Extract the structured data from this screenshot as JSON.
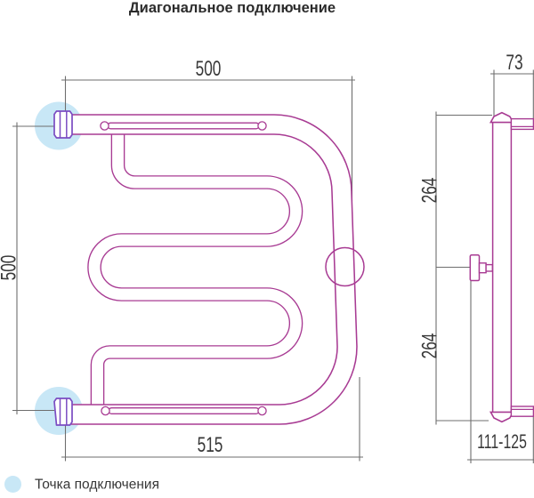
{
  "title": "Диагональное подключение",
  "legend": {
    "label": "Точка подключения"
  },
  "front_view": {
    "dim_top_width": "500",
    "dim_left_height": "500",
    "dim_bottom_width": "515"
  },
  "side_view": {
    "dim_depth": "73",
    "dim_upper_span": "264",
    "dim_lower_span": "264",
    "dim_wall_offset": "111-125"
  },
  "colors": {
    "pipe_outline": "#a83b93",
    "fitting_outline": "#7b4cc2",
    "connection_highlight": "#c8e7f6",
    "dimension_line": "#6e6e6e",
    "label_text": "#383838",
    "title_text": "#2b2b2b"
  }
}
